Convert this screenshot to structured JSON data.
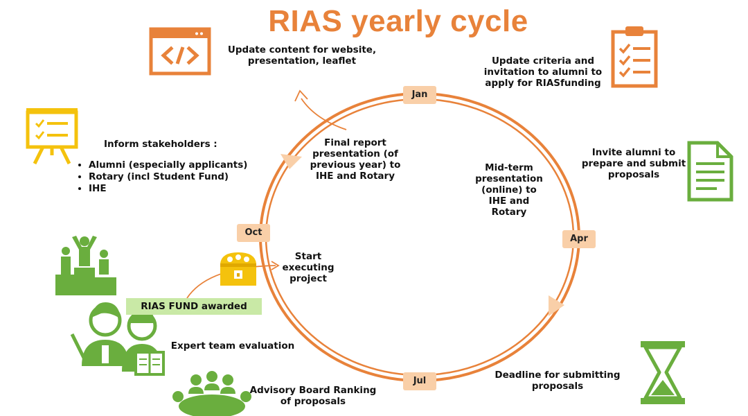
{
  "title": "RIAS yearly cycle",
  "colors": {
    "orange": "#E8823A",
    "peach": "#F9CFA8",
    "green": "#6AAE3E",
    "lightgreen": "#C9E9A6",
    "yellow": "#F4C20D"
  },
  "months": {
    "jan": "Jan",
    "apr": "Apr",
    "jul": "Jul",
    "oct": "Oct"
  },
  "labels": {
    "update_content": "Update content for website,\npresentation, leaflet",
    "update_criteria": "Update criteria and\ninvitation to alumni to\napply for RIASfunding",
    "invite_alumni": "Invite alumni to\nprepare and submit\nproposals",
    "deadline": "Deadline for submitting\nproposals",
    "advisory": "Advisory Board Ranking\nof proposals",
    "expert": "Expert team evaluation",
    "fund_awarded": "RIAS FUND awarded",
    "start_executing": "Start\nexecuting\nproject",
    "final_report": "Final report\npresentation (of\nprevious year) to\nIHE and Rotary",
    "mid_term": "Mid-term\npresentation\n(online) to\nIHE and\nRotary"
  },
  "stakeholders": {
    "heading": "Inform stakeholders :",
    "items": [
      "Alumni (especially applicants)",
      "Rotary (incl Student Fund)",
      "IHE"
    ]
  },
  "icons": [
    "code-window-icon",
    "clipboard-checklist-icon",
    "presentation-board-icon",
    "document-icon",
    "hourglass-icon",
    "people-meeting-icon",
    "experts-icon",
    "podium-icon",
    "treasure-chest-icon"
  ]
}
